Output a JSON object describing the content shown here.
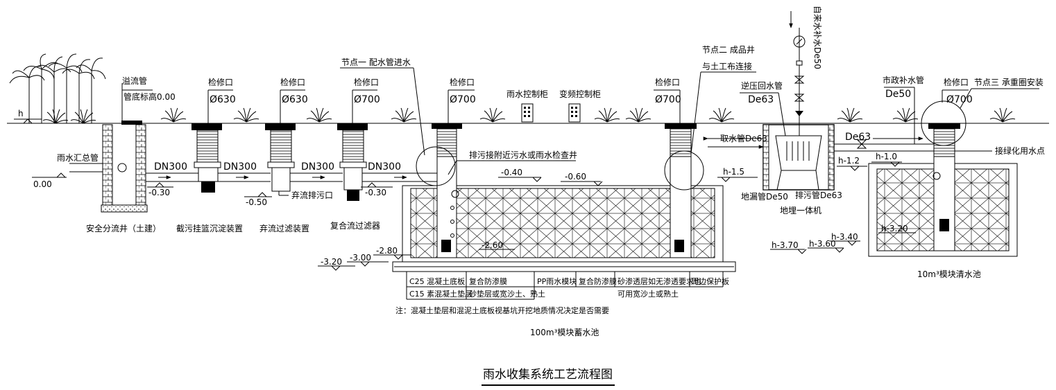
{
  "title": "雨水收集系统工艺流程图",
  "ground_level": "h",
  "plant_icon": "plant-icon",
  "structures": {
    "diversion_well": {
      "name": "安全分流井（土建）",
      "overflow": "溢流管",
      "overflow_level": "管底标高0.00",
      "inlet": "雨水汇总管",
      "inlet_level": "0.00",
      "outlet_level": "-0.30"
    },
    "basket_device": {
      "name": "截污挂篮沉淀装置",
      "inspection": "检修口",
      "dia": "Ø630"
    },
    "discard_filter": {
      "name": "弃流过滤装置",
      "inspection": "检修口",
      "dia": "Ø630",
      "drain": "弃流排污口",
      "level": "-0.50"
    },
    "compound_filter": {
      "name": "复合流过滤器",
      "inspection": "检修口",
      "dia": "Ø700",
      "level": "-0.30"
    },
    "pipes": [
      "DN300",
      "DN300",
      "DN300",
      "DN300"
    ],
    "storage_tank": {
      "name": "100m³模块蓄水池",
      "node1": "节点一 配水管进水",
      "inspection": "检修口",
      "dia": "Ø700",
      "sewage_note": "排污接附近污水或雨水检查井",
      "levels": [
        "-0.40",
        "-0.60",
        "-2.60",
        "-2.80",
        "-3.00",
        "-3.20"
      ]
    },
    "cabinets": [
      "雨水控制柜",
      "变频控制柜"
    ],
    "product_well": {
      "node2a": "节点二 成品井",
      "node2b": "与土工布连接",
      "inspection": "检修口",
      "dia": "Ø700",
      "level": "h-1.5"
    },
    "machine": {
      "name": "地埋一体机",
      "backflow": "逆压回水管",
      "backflow_dia": "De63",
      "intake": "取水管De63",
      "floor_drain": "地漏管De50",
      "sewage": "排污管De63",
      "supply": "自来水补水De50"
    },
    "clear_tank": {
      "name": "10m³模块清水池",
      "make_up": "市政补水管",
      "make_up_dia": "De50",
      "pipe": "De63",
      "inspection": "检修口",
      "dia": "Ø700",
      "node3": "节点三 承重圈安装",
      "greening": "接绿化用水点",
      "levels": [
        "h-1.2",
        "h-1.0",
        "h-3.40",
        "h-3.20",
        "h-3.70",
        "h-3.60"
      ]
    }
  },
  "legend": {
    "row1": [
      "C25 混凝土底板",
      "复合防渗膜",
      "PP雨水模块",
      "复合防渗膜",
      "砂渗透层如无渗透要求也",
      "周边保护板"
    ],
    "row2": [
      "C15 素混凝土垫层",
      "砂垫层或宽沙土、熟土",
      "可用宽沙土或熟土"
    ],
    "note": "注：混凝土垫层和混泥土底板视基坑开挖地质情况决定是否需要"
  }
}
